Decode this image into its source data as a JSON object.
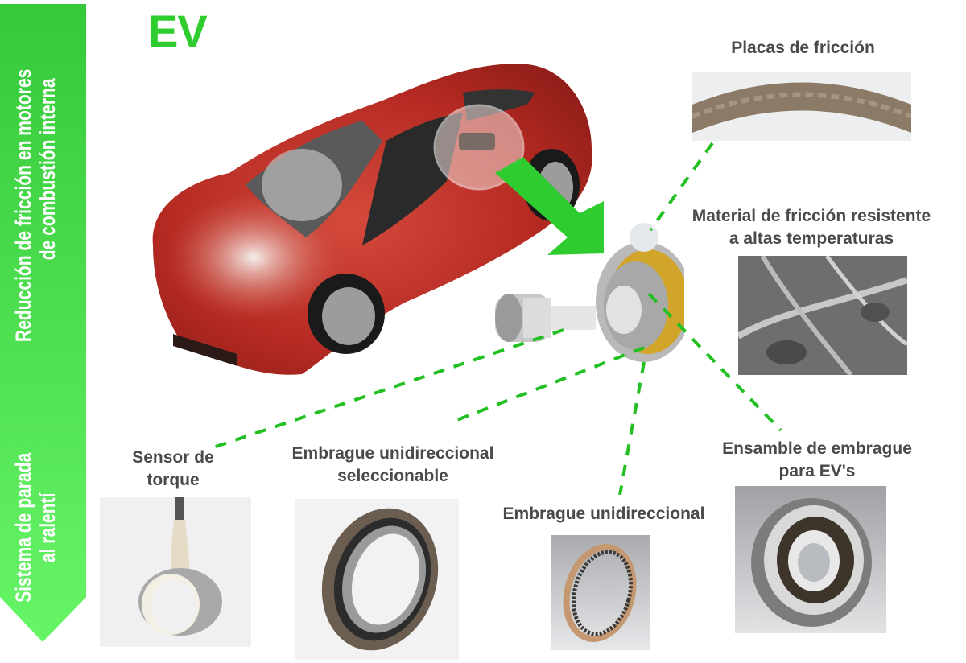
{
  "banner": {
    "top_line1": "Reducción de fricción en motores",
    "top_line2": "de combustión interna",
    "bottom_line1": "Sistema de parada",
    "bottom_line2": "al ralentí",
    "gradient_top": "#35c93a",
    "gradient_bottom": "#66f566"
  },
  "title": "EV",
  "accent_color": "#2ecc2e",
  "dash_color": "#22c022",
  "components": [
    {
      "id": "friction-plates",
      "label": "Placas de fricción"
    },
    {
      "id": "friction-material",
      "label_line1": "Material de fricción resistente",
      "label_line2": "a altas temperaturas"
    },
    {
      "id": "torque-sensor",
      "label_line1": "Sensor de",
      "label_line2": "torque"
    },
    {
      "id": "selectable-one-way-clutch",
      "label_line1": "Embrague unidireccional",
      "label_line2": "seleccionable"
    },
    {
      "id": "one-way-clutch",
      "label": "Embrague unidireccional"
    },
    {
      "id": "ev-clutch-assembly",
      "label_line1": "Ensamble de embrague",
      "label_line2": "para EV's"
    }
  ]
}
